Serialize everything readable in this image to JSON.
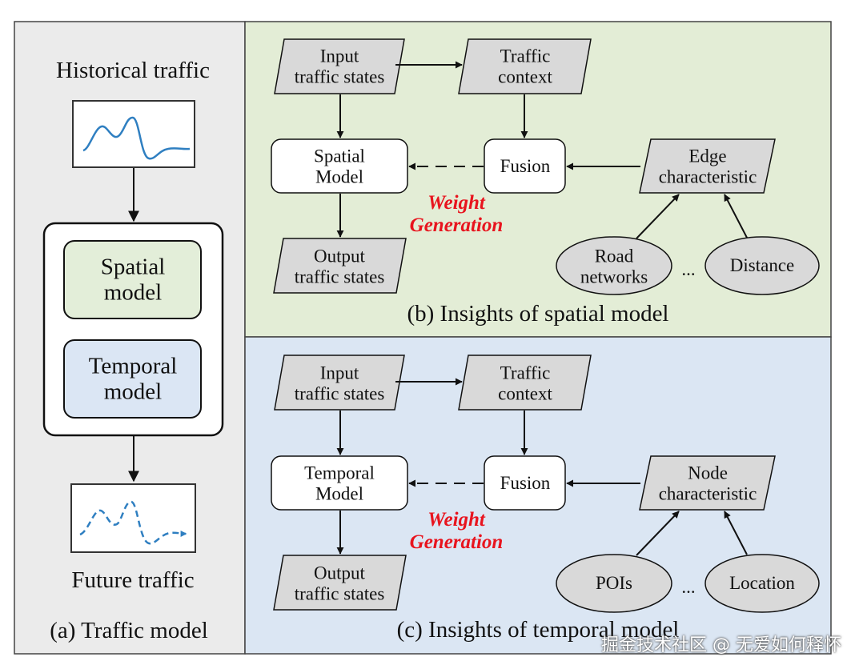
{
  "panel_a": {
    "historical": "Historical traffic",
    "spatial_model": [
      "Spatial",
      "model"
    ],
    "temporal_model": [
      "Temporal",
      "model"
    ],
    "future": "Future traffic",
    "caption": "(a) Traffic model"
  },
  "panel_b": {
    "input": [
      "Input",
      "traffic states"
    ],
    "context": [
      "Traffic",
      "context"
    ],
    "model": [
      "Spatial",
      "Model"
    ],
    "fusion": "Fusion",
    "characteristic": [
      "Edge",
      "characteristic"
    ],
    "weight": [
      "Weight",
      "Generation"
    ],
    "output": [
      "Output",
      "traffic states"
    ],
    "source1": [
      "Road",
      "networks"
    ],
    "ellipsis": "...",
    "source2": "Distance",
    "caption": "(b) Insights of spatial model"
  },
  "panel_c": {
    "input": [
      "Input",
      "traffic states"
    ],
    "context": [
      "Traffic",
      "context"
    ],
    "model": [
      "Temporal",
      "Model"
    ],
    "fusion": "Fusion",
    "characteristic": [
      "Node",
      "characteristic"
    ],
    "weight": [
      "Weight",
      "Generation"
    ],
    "output": [
      "Output",
      "traffic states"
    ],
    "source1": "POIs",
    "ellipsis": "...",
    "source2": "Location",
    "caption": "(c) Insights of temporal model"
  },
  "watermark": "掘金技术社区 @ 无爱如何释怀",
  "colors": {
    "panel_a_bg": "#ebebeb",
    "panel_b_bg": "#e3edd6",
    "panel_c_bg": "#dbe6f3",
    "spatial_box": "#e3eed9",
    "temporal_box": "#dbe6f4",
    "shape_gray": "#d9d9d9",
    "curve_blue": "#2f7fc1",
    "accent_red": "#e8141e"
  }
}
